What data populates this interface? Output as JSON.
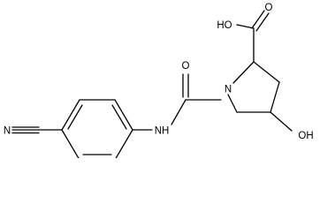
{
  "molecule": {
    "atom_labels": {
      "nitrile_n": "N",
      "amide_o": "O",
      "amide_nh": "NH",
      "ring_n": "N",
      "carboxyl_o": "O",
      "carboxyl_oh": "HO",
      "hydroxyl_oh": "OH"
    },
    "colors": {
      "bond": "#000000",
      "label": "#000000",
      "background": "#ffffff"
    }
  }
}
